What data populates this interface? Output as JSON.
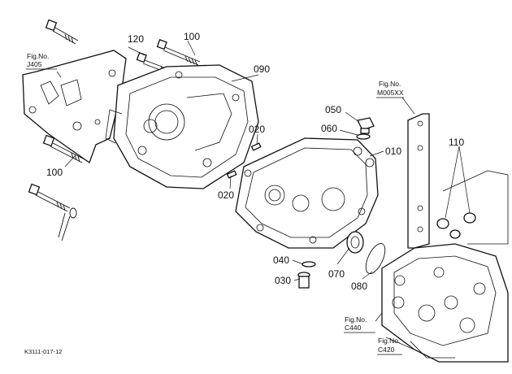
{
  "callouts": {
    "c100_top": "100",
    "c120": "120",
    "c090": "090",
    "c020_a": "020",
    "c020_b": "020",
    "c100_left": "100",
    "c050": "050",
    "c060": "060",
    "c010": "010",
    "c110": "110",
    "c040": "040",
    "c030": "030",
    "c070": "070",
    "c080": "080"
  },
  "fig_refs": {
    "j405": {
      "prefix": "Fig.No.",
      "code": "J405"
    },
    "m005": {
      "prefix": "Fig.No.",
      "code": "M005XX"
    },
    "c440": {
      "prefix": "Fig.No.",
      "code": "C440"
    },
    "c420": {
      "prefix": "Fig.No.",
      "code": "C420"
    }
  },
  "drawing_code": "K3111-017-12"
}
